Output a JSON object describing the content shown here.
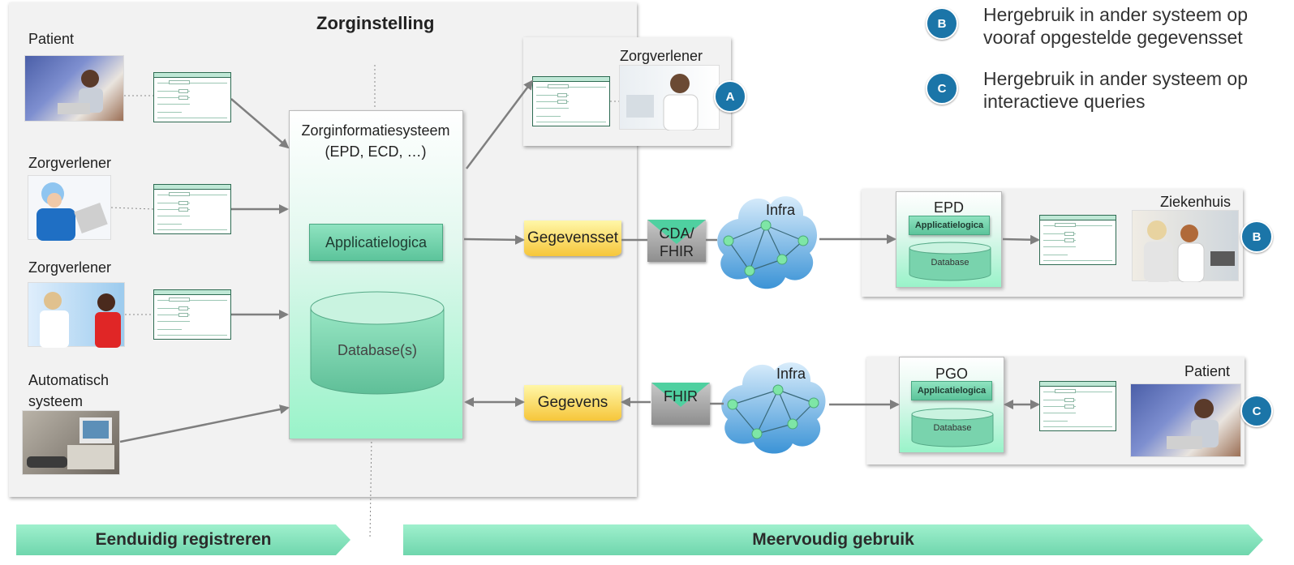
{
  "main_panel": {
    "title": "Zorginstelling"
  },
  "sources": [
    {
      "label": "Patient"
    },
    {
      "label": "Zorgverlener"
    },
    {
      "label": "Zorgverlener"
    },
    {
      "label": "Automatisch systeem"
    }
  ],
  "system": {
    "title": "Zorginformatiesysteem (EPD, ECD, …)",
    "applogic": "Applicatielogica",
    "database": "Database(s)"
  },
  "zorgverlener_card": {
    "label": "Zorgverlener",
    "badge": "A"
  },
  "flows": {
    "dataset_tag": "Gegevensset",
    "data_tag": "Gegevens",
    "cda_label": "CDA/ FHIR",
    "fhir_label": "FHIR",
    "infra_top": "Infra",
    "infra_bottom": "Infra"
  },
  "ziekenhuis": {
    "label": "Ziekenhuis",
    "system_title": "EPD",
    "applogic": "Applicatielogica",
    "database": "Database",
    "badge": "B"
  },
  "patient_right": {
    "label": "Patient",
    "system_title": "PGO",
    "applogic": "Applicatielogica",
    "database": "Database",
    "badge": "C"
  },
  "legend": [
    {
      "badge": "B",
      "text": "Hergebruik in ander systeem op vooraf opgestelde gegevensset"
    },
    {
      "badge": "C",
      "text": "Hergebruik in ander systeem op interactieve queries"
    }
  ],
  "banners": {
    "left": "Eenduidig registreren",
    "right": "Meervoudig gebruik"
  },
  "colors": {
    "badge": "#1b75a8",
    "system_gradient_bottom": "#99f3c9",
    "applogic": "#6fd1aa",
    "tag_yellow": "#f6c63a",
    "banner": "#7ee0b8",
    "arrow": "#7f7f7f",
    "network_node": "#7ee6a6"
  }
}
